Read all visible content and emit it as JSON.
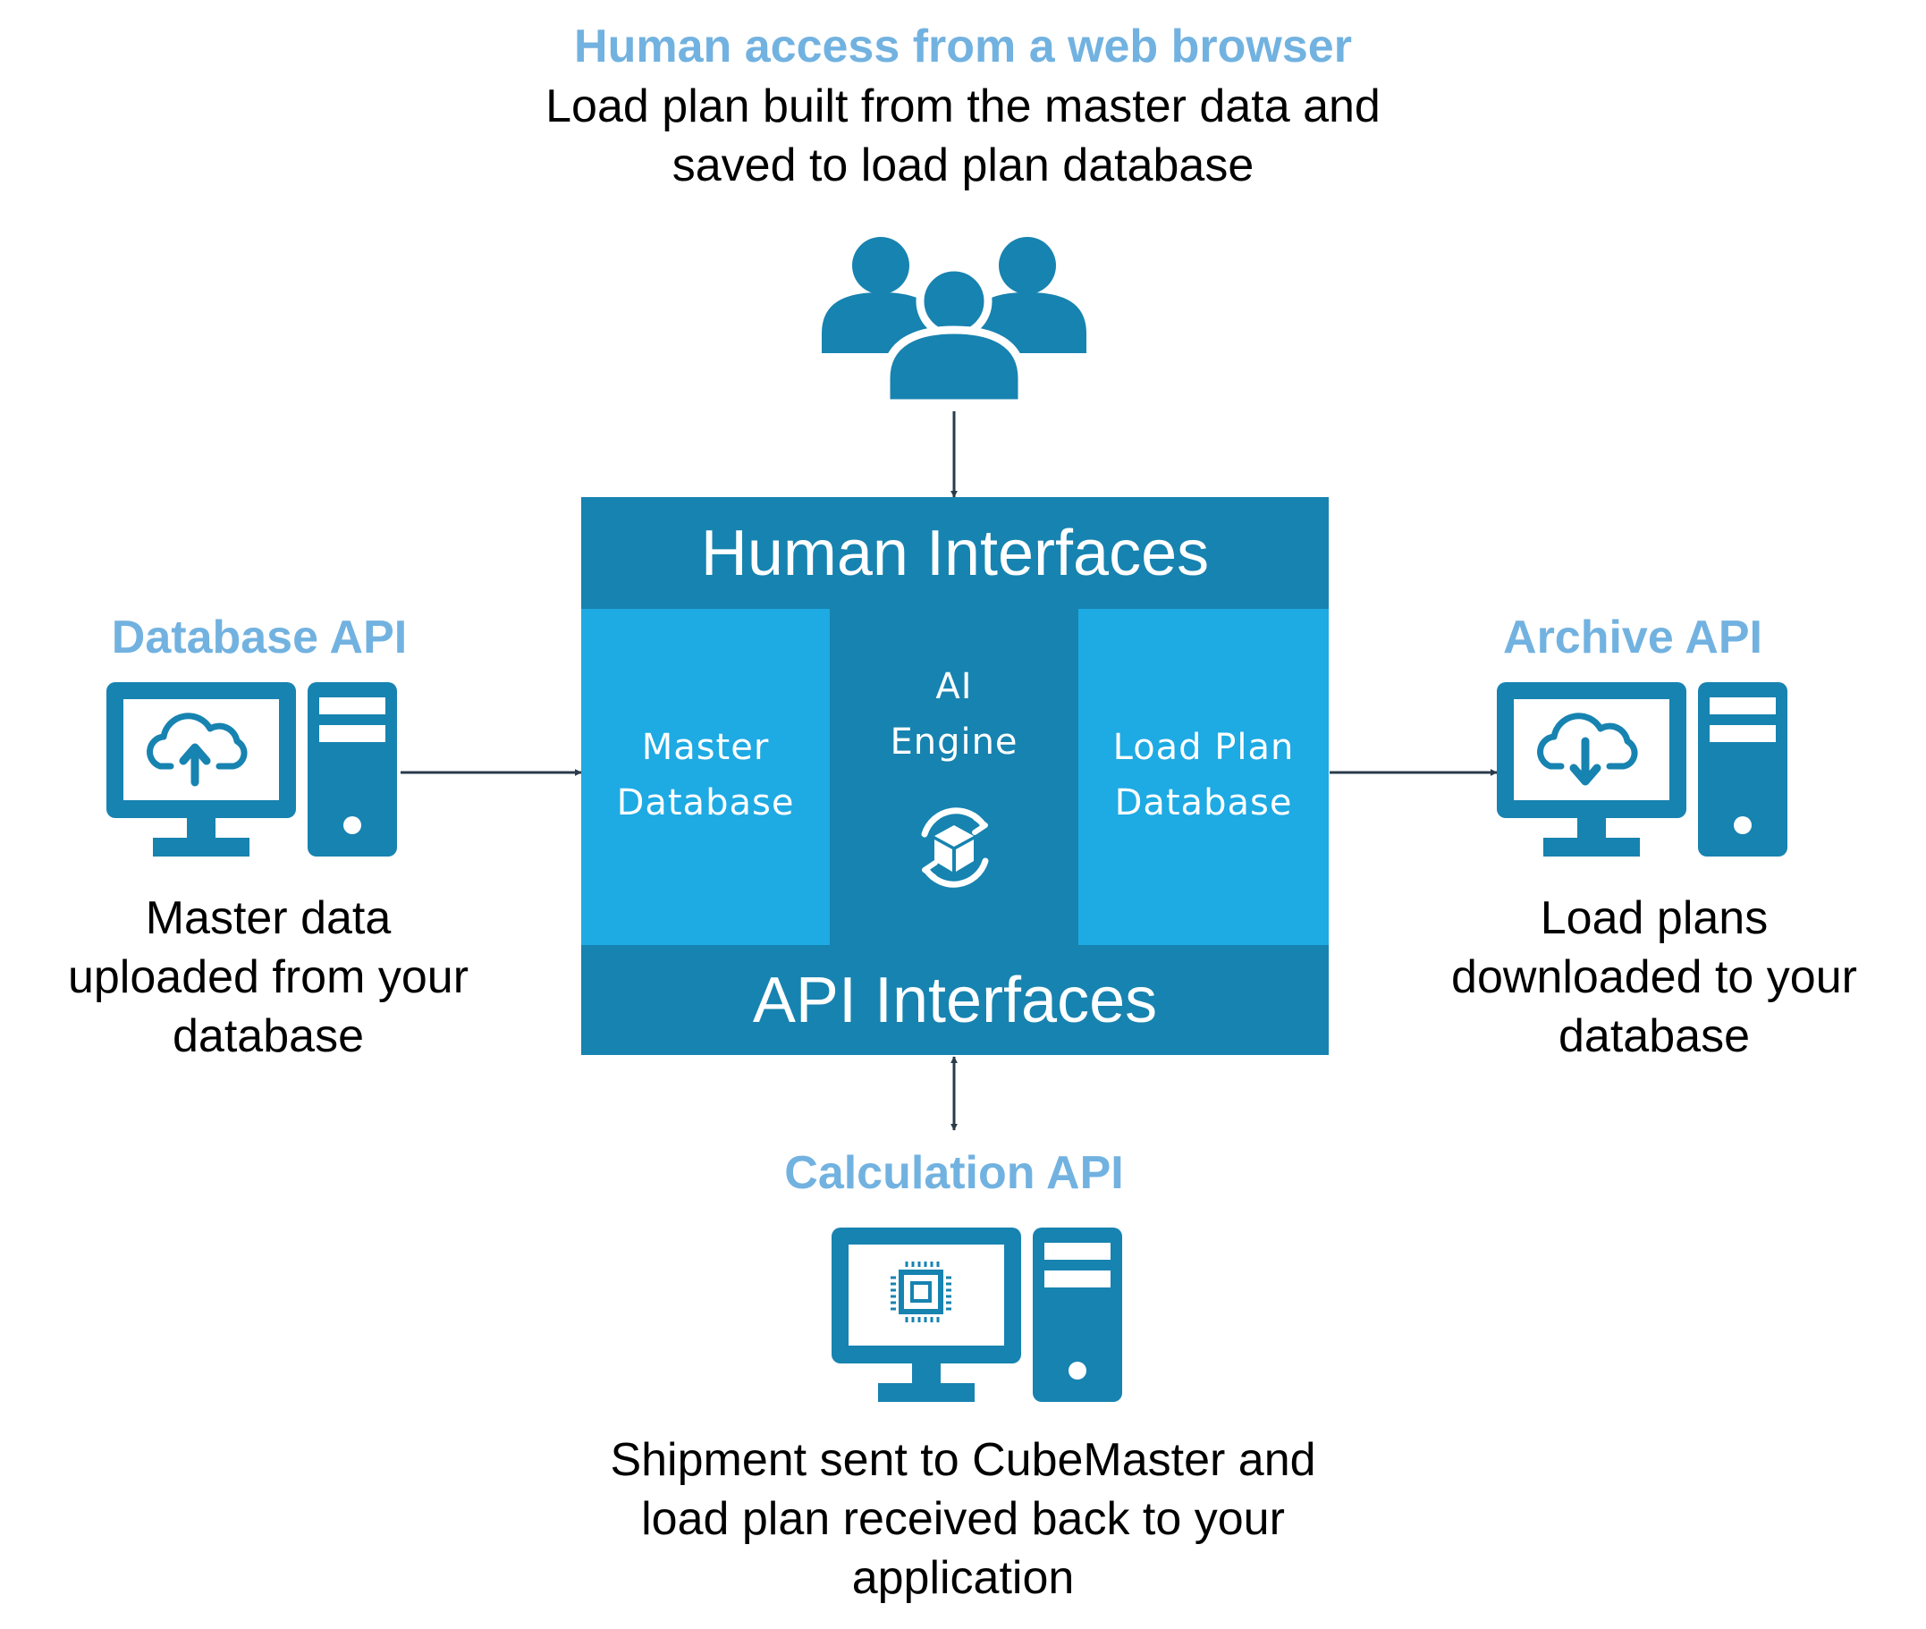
{
  "colors": {
    "heading": "#72b2e0",
    "band": "#1783b0",
    "panel": "#1eaae3",
    "icon": "#1783b0",
    "arrow": "#2a3b4c",
    "text": "#000000"
  },
  "top": {
    "heading": "Human access from a web browser",
    "description": "Load plan built from the master data and\nsaved to load plan database",
    "icon": "users-group-icon"
  },
  "center": {
    "top_band": "Human Interfaces",
    "bottom_band": "API Interfaces",
    "left_panel": "Master\nDatabase",
    "middle_panel": "AI\nEngine",
    "middle_icon": "box-cycle-icon",
    "right_panel": "Load Plan\nDatabase"
  },
  "left": {
    "heading": "Database API",
    "description": "Master data\nuploaded from your\ndatabase",
    "icon": "computer-cloud-upload-icon"
  },
  "right": {
    "heading": "Archive API",
    "description": "Load plans\ndownloaded to your\ndatabase",
    "icon": "computer-cloud-download-icon"
  },
  "bottom": {
    "heading": "Calculation API",
    "description": "Shipment sent to CubeMaster and\nload plan received back to your\napplication",
    "icon": "computer-chip-icon"
  }
}
